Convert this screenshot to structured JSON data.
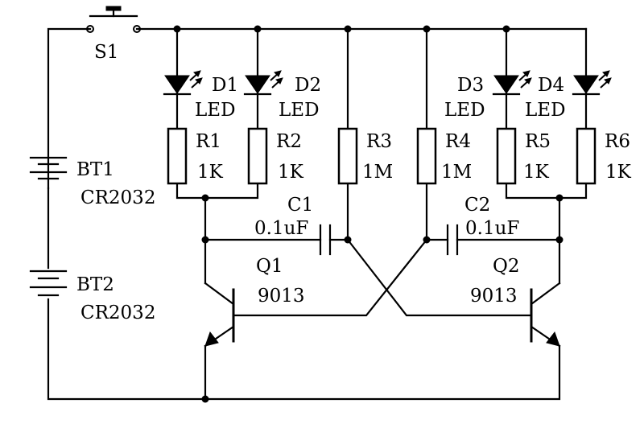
{
  "components": {
    "switch": {
      "ref": "S1"
    },
    "batteries": [
      {
        "ref": "BT1",
        "type": "CR2032"
      },
      {
        "ref": "BT2",
        "type": "CR2032"
      }
    ],
    "leds": [
      {
        "ref": "D1",
        "type": "LED"
      },
      {
        "ref": "D2",
        "type": "LED"
      },
      {
        "ref": "D3",
        "type": "LED"
      },
      {
        "ref": "D4",
        "type": "LED"
      }
    ],
    "resistors": [
      {
        "ref": "R1",
        "value": "1K"
      },
      {
        "ref": "R2",
        "value": "1K"
      },
      {
        "ref": "R3",
        "value": "1M"
      },
      {
        "ref": "R4",
        "value": "1M"
      },
      {
        "ref": "R5",
        "value": "1K"
      },
      {
        "ref": "R6",
        "value": "1K"
      }
    ],
    "capacitors": [
      {
        "ref": "C1",
        "value": "0.1uF"
      },
      {
        "ref": "C2",
        "value": "0.1uF"
      }
    ],
    "transistors": [
      {
        "ref": "Q1",
        "type": "9013"
      },
      {
        "ref": "Q2",
        "type": "9013"
      }
    ]
  }
}
